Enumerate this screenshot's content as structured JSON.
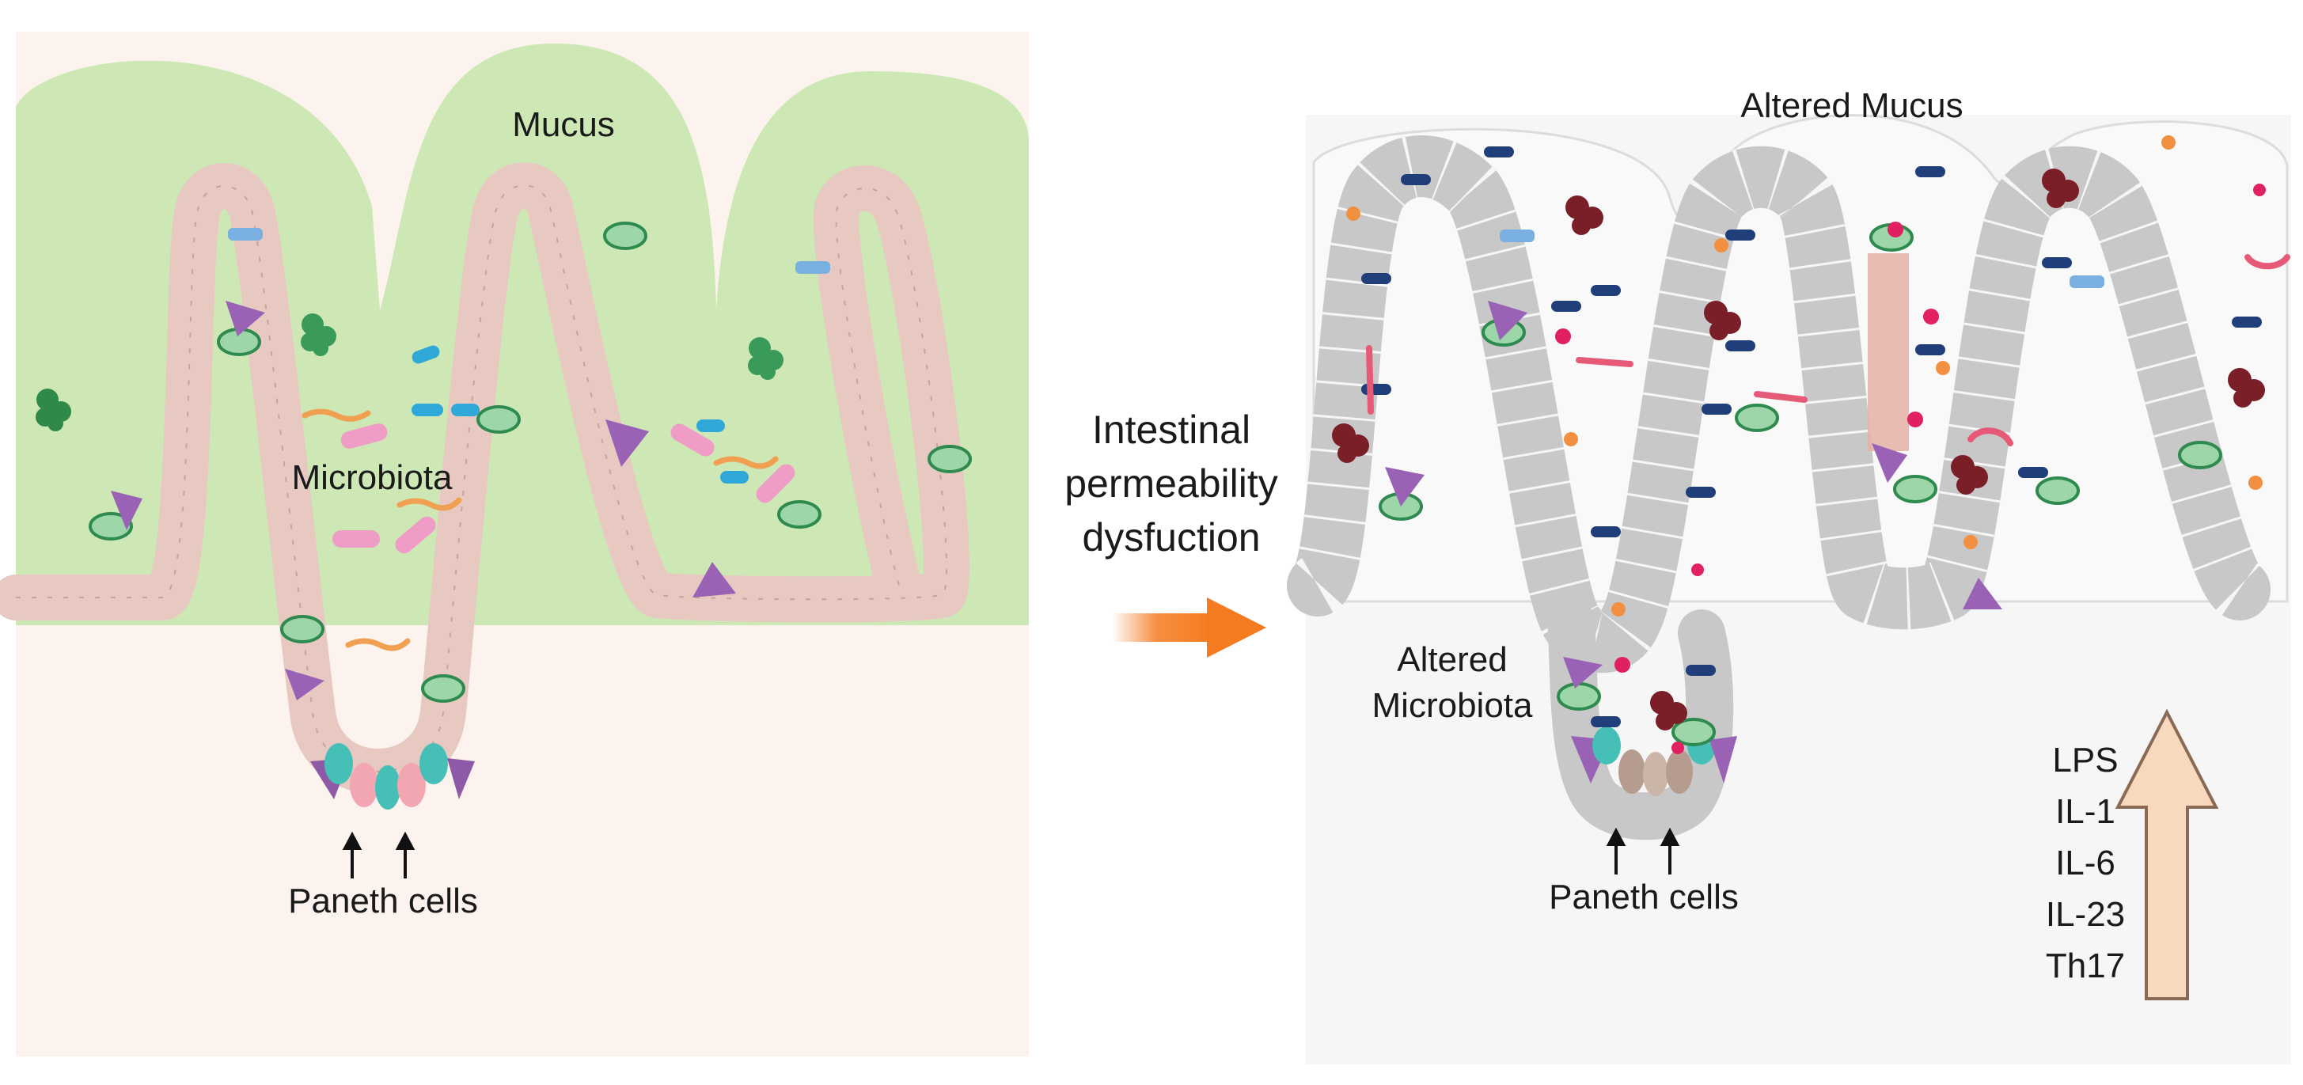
{
  "left_panel": {
    "mucus_label": "Mucus",
    "microbiota_label": "Microbiota",
    "paneth_label": "Paneth cells"
  },
  "middle": {
    "transition_lines": [
      "Intestinal",
      "permeability",
      "dysfuction"
    ]
  },
  "right_panel": {
    "mucus_label": "Altered Mucus",
    "microbiota_lines": [
      "Altered",
      "Microbiota"
    ],
    "paneth_label": "Paneth cells",
    "markers": [
      "LPS",
      "IL-1",
      "IL-6",
      "IL-23",
      "Th17"
    ]
  },
  "colors": {
    "left_background": "#fdf3ee",
    "mucus_green": "#cde8b5",
    "epithelium_pink": "#e7c9c2",
    "right_background": "#f6f6f6",
    "right_cells_gray": "#c8c8c8",
    "transition_arrow": "#f47b20",
    "marker_arrow_fill": "#f8d9bd",
    "marker_arrow_stroke": "#8a6a55"
  }
}
